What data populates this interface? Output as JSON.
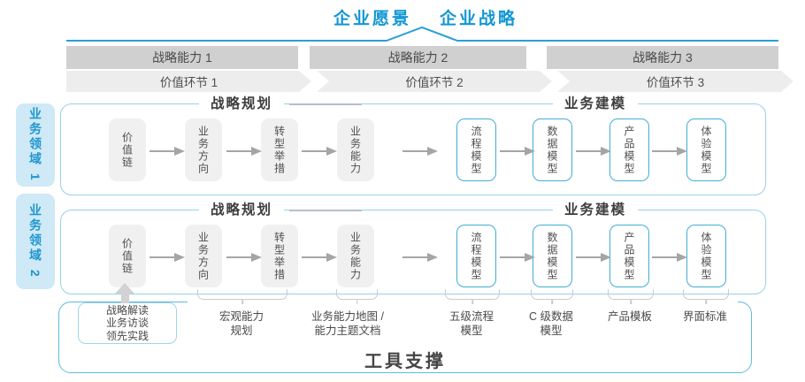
{
  "title": {
    "vision": "企业愿景",
    "strategy": "企业战略"
  },
  "strategic_capabilities": [
    {
      "label": "战略能力 1"
    },
    {
      "label": "战略能力 2"
    },
    {
      "label": "战略能力 3"
    }
  ],
  "value_links": [
    {
      "label": "价值环节 1"
    },
    {
      "label": "价值环节 2"
    },
    {
      "label": "价值环节 3"
    }
  ],
  "business_domains": [
    {
      "label": "业务领域 1"
    },
    {
      "label": "业务领域 2"
    }
  ],
  "process_row": {
    "planning_title": "战略规划",
    "modeling_title": "业务建模",
    "stages": {
      "gray": [
        "价值链",
        "业务方向",
        "转型举措",
        "业务能力"
      ],
      "outlined": [
        "流程模型",
        "数据模型",
        "产品模型",
        "体验模型"
      ]
    }
  },
  "annotations": {
    "practice_box_lines": [
      "战略解读",
      "业务访谈",
      "领先实践"
    ],
    "labels": [
      {
        "lines": [
          "宏观能力",
          "规划"
        ]
      },
      {
        "lines": [
          "业务能力地图 /",
          "能力主题文档"
        ]
      },
      {
        "lines": [
          "五级流程",
          "模型"
        ]
      },
      {
        "lines": [
          "C 级数据",
          "模型"
        ]
      },
      {
        "lines": [
          "产品模板"
        ]
      },
      {
        "lines": [
          "界面标准"
        ]
      }
    ]
  },
  "footer": {
    "title": "工具支撑"
  },
  "colors": {
    "accent_blue": "#1296d3",
    "row_border_blue": "#98d1e9",
    "band_blue": "#e6f1fa",
    "bar_gray": "#d0d0d0",
    "chevron_gray": "#ededee",
    "box_gray": "#f0f0f0",
    "outlined_box_border": "#44abd8"
  }
}
